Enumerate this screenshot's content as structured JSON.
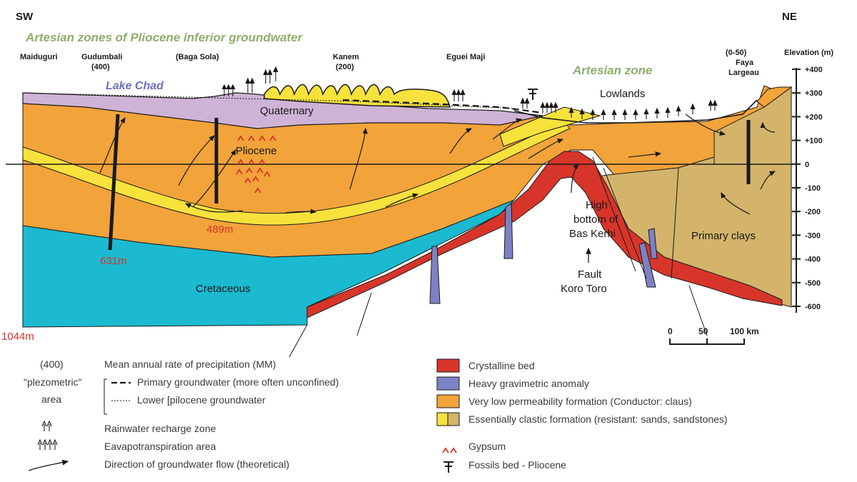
{
  "directions": {
    "left": "SW",
    "right": "NE"
  },
  "title_artesian_pliocene": "Artesian zones of Pliocene inferior groundwater",
  "title_artesian_zone": "Artesian zone",
  "locations": {
    "maiduguri": "Maiduguri",
    "gudumbali_name": "Gudumbali",
    "gudumbali_rate": "(400)",
    "baga_sola": "(Baga Sola)",
    "kanem_name": "Kanem",
    "kanem_rate": "(200)",
    "eguei_maji": "Eguei Maji",
    "faya_rate": "(0-50)",
    "faya_name1": "Faya",
    "faya_name2": "Largeau"
  },
  "lake_chad": "Lake Chad",
  "units": {
    "quaternary": "Quaternary",
    "pliocene": "Pliocene",
    "cretaceous": "Cretaceous",
    "lowlands": "Lowlands",
    "primary_clays": "Primary clays",
    "high_bottom": [
      "High",
      "bottom of",
      "Bas Kerhi"
    ],
    "fault": [
      "Fault",
      "Koro Toro"
    ]
  },
  "depths": {
    "d489": "489m",
    "d631": "631m",
    "d1044": "1044m"
  },
  "elevation": {
    "title": "Elevation (m)",
    "ticks": [
      "+400",
      "+300",
      "+200",
      "+100",
      "0",
      "-100",
      "-200",
      "-300",
      "-400",
      "-500",
      "-600"
    ]
  },
  "scale_bar": {
    "labels": [
      "0",
      "50",
      "100 km"
    ]
  },
  "legend_left": {
    "precip_symbol": "(400)",
    "precip_label": "Mean annual rate of precipitation (MM)",
    "piezo_line1": "\"plezometric\"",
    "piezo_line2": "area",
    "primary_gw": "Primary groundwater (more often unconfined)",
    "lower_gw": "Lower [pilocene groundwater",
    "recharge": "Rainwater recharge zone",
    "evapo": "Eavapotranspiration area",
    "flow": "Direction of groundwater flow (theoretical)"
  },
  "legend_right": {
    "crystalline": "Crystalline bed",
    "gravimetric": "Heavy gravimetric anomaly",
    "low_perm": "Very low permeability formation (Conductor: claus)",
    "clastic": "Essentially clastic formation (resistant: sands, sandstones)",
    "gypsum": "Gypsum",
    "fossils": "Fossils bed - Pliocene"
  },
  "colors": {
    "orange": "#f2a33a",
    "yellow": "#f7e23c",
    "lilac": "#cfb3d6",
    "cyan": "#1bbad0",
    "red": "#d8352a",
    "blue": "#7b82c4",
    "tan": "#d3b46a",
    "green_title": "#8fae6e",
    "lake_text": "#6a6fc0"
  }
}
